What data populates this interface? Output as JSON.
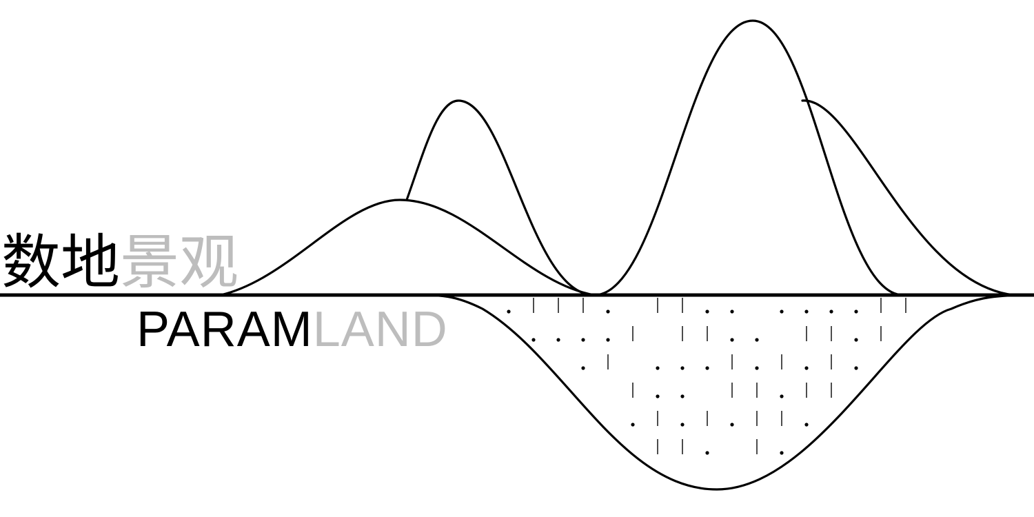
{
  "logo": {
    "chinese": {
      "primary": "数地",
      "secondary": "景观"
    },
    "english": {
      "primary": "PARAM",
      "secondary": "LAND"
    },
    "colors": {
      "primary": "#000000",
      "secondary": "#bdbdbd",
      "background": "#ffffff"
    }
  }
}
